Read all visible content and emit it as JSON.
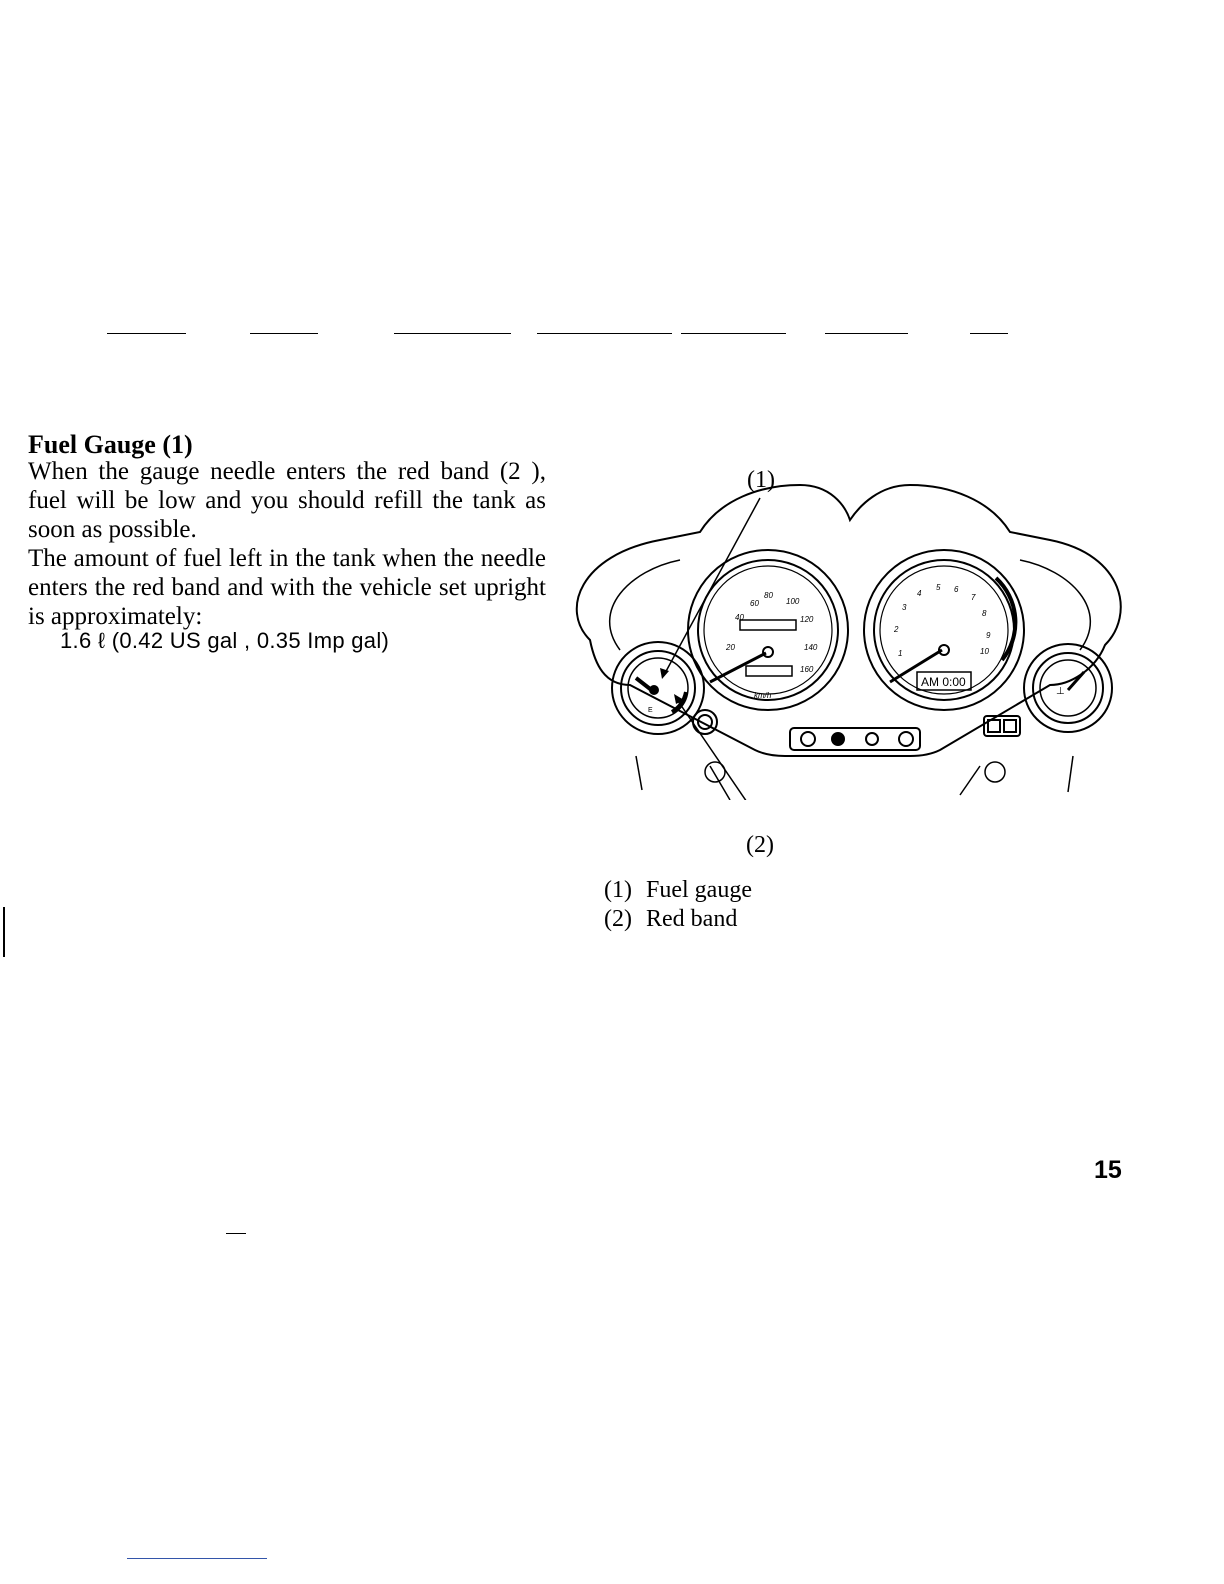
{
  "section": {
    "heading": "Fuel Gauge (1)",
    "paragraph_1": "When the gauge needle enters the red band (2 ), fuel will be low and you should refill the tank as soon as possible.",
    "paragraph_2": "The amount of fuel left in the tank when the needle enters the red band and with the vehicle set upright is approximately:",
    "spec_value": "1.6 ℓ (0.42 US gal , 0.35 Imp gal)"
  },
  "figure": {
    "callout_1": "(1)",
    "callout_2": "(2)",
    "speedometer_scale": [
      "20",
      "40",
      "60",
      "80",
      "100",
      "120",
      "140",
      "160"
    ],
    "speed_unit": "km/h",
    "tachometer_scale": [
      "1",
      "2",
      "3",
      "4",
      "5",
      "6",
      "7",
      "8",
      "9",
      "10"
    ],
    "clock_display": "AM 0:00",
    "legend": [
      {
        "num": "(1)",
        "label": "Fuel gauge"
      },
      {
        "num": "(2)",
        "label": "Red band"
      }
    ]
  },
  "page_number": "15"
}
